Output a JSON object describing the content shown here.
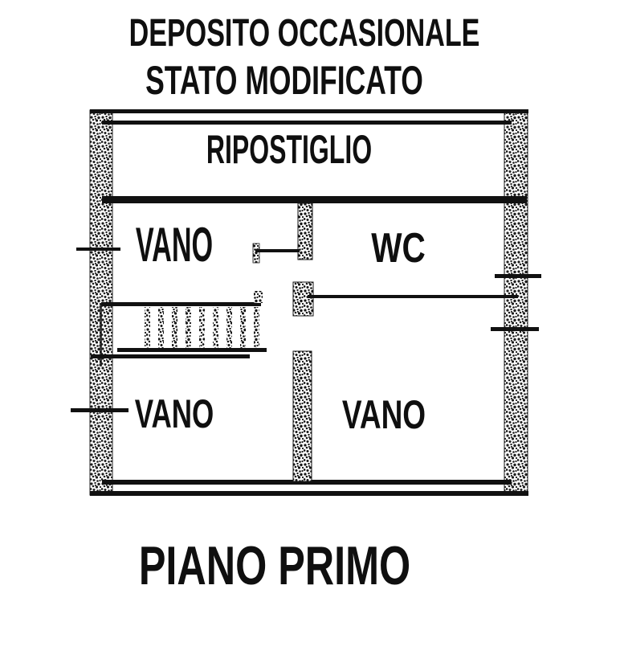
{
  "drawing": {
    "title_line1": "DEPOSITO OCCASIONALE",
    "title_line2": "STATO MODIFICATO",
    "floor_caption": "PIANO PRIMO"
  },
  "floor_plan": {
    "rooms": [
      {
        "label": "RIPOSTIGLIO"
      },
      {
        "label": "VANO"
      },
      {
        "label": "WC"
      },
      {
        "label": "VANO"
      },
      {
        "label": "VANO"
      }
    ],
    "colors": {
      "ink": "#111111",
      "paper": "#ffffff"
    }
  }
}
